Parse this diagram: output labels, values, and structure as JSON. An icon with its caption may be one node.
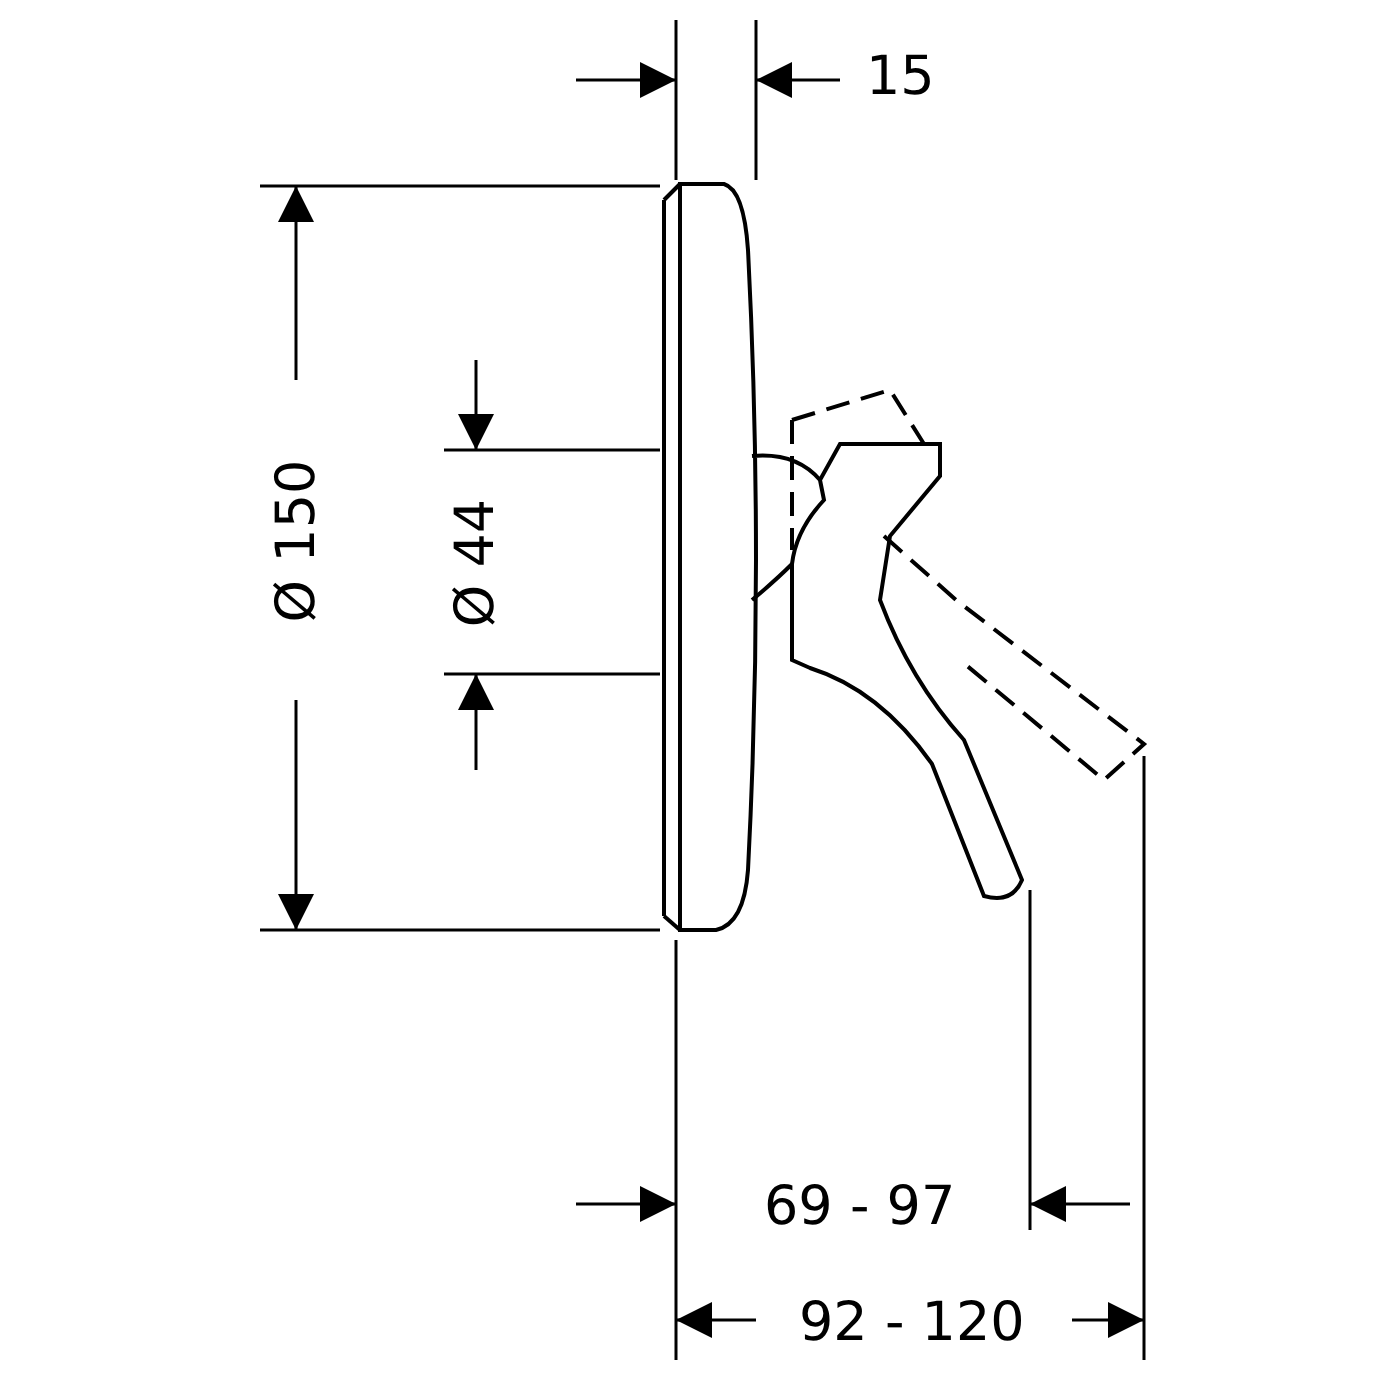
{
  "diagram": {
    "labels": [
      "15",
      "Ø 150",
      "Ø 44",
      "69 - 97",
      "92 - 120"
    ]
  }
}
